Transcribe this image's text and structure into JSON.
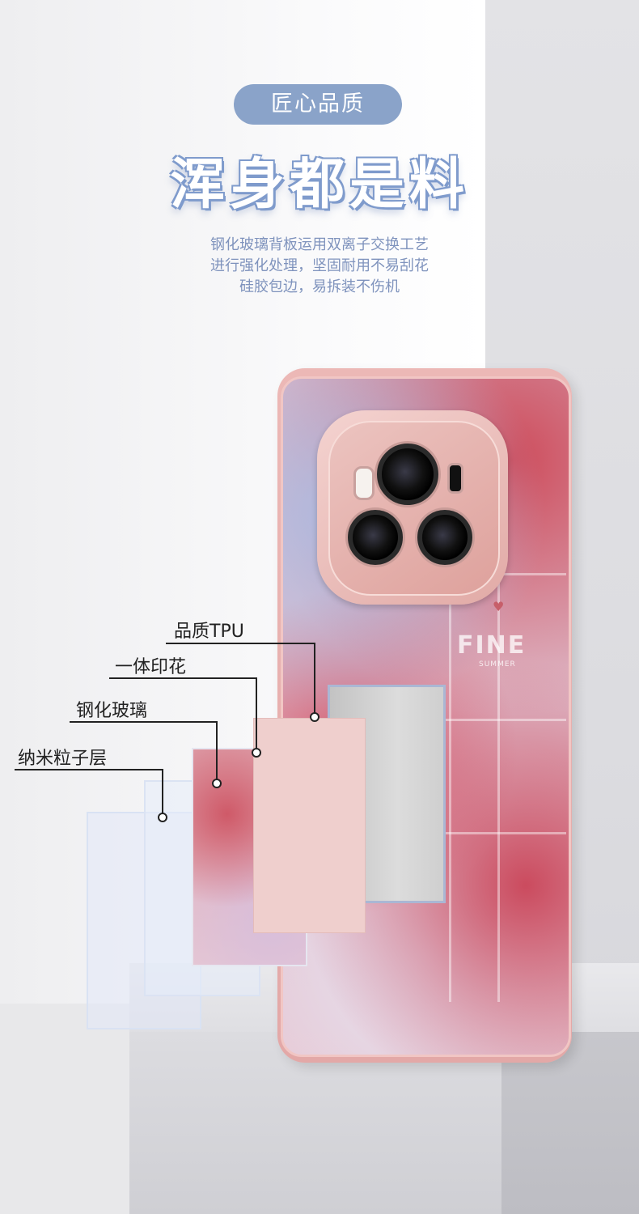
{
  "header": {
    "badge": "匠心品质",
    "headline": "浑身都是料",
    "description_lines": [
      "钢化玻璃背板运用双离子交换工艺",
      "进行强化处理，坚固耐用不易刮花",
      "硅胶包边，易拆装不伤机"
    ]
  },
  "product": {
    "print_text": "FINE",
    "print_subtext": "SUMMER"
  },
  "layers": {
    "tpu": "品质TPU",
    "printing": "一体印花",
    "glass": "钢化玻璃",
    "nano": "纳米粒子层"
  },
  "colors": {
    "accent_blue": "#8aa3c9",
    "case_pink": "#e3a8a7"
  }
}
